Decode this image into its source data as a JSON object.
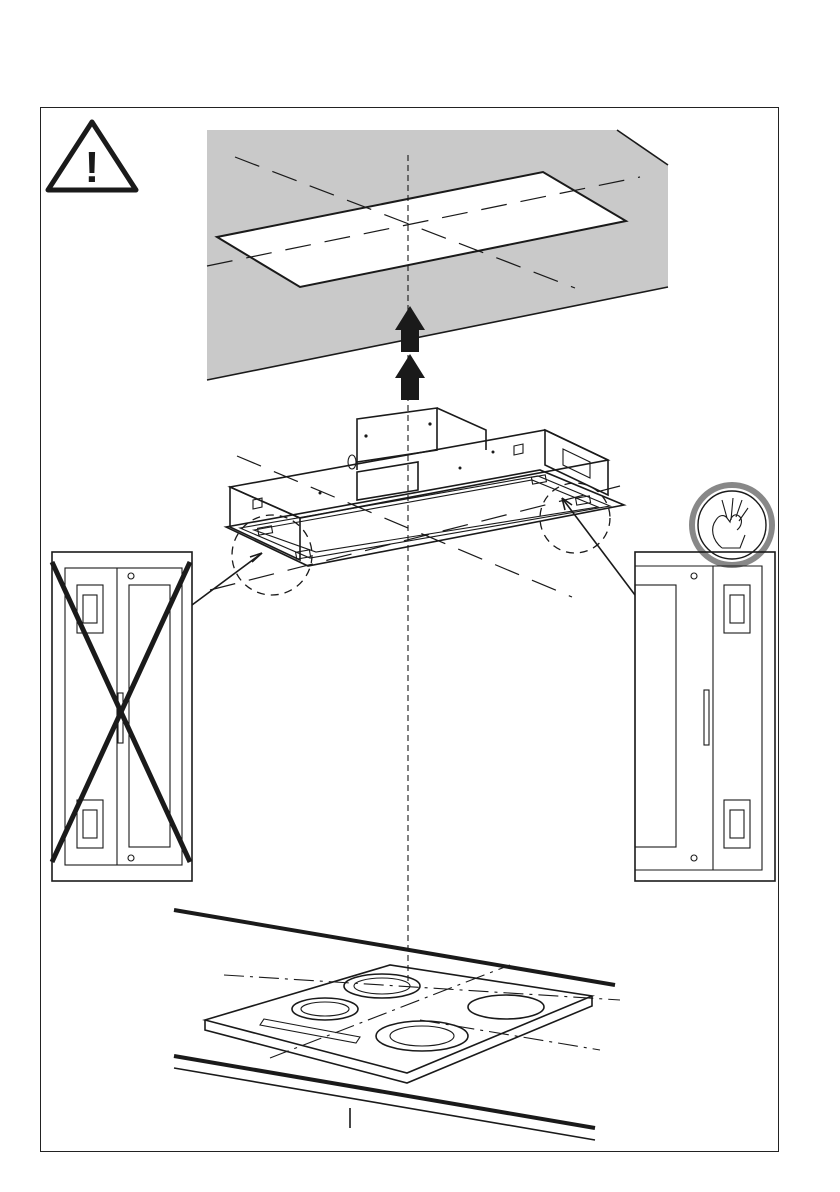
{
  "diagram": {
    "kind": "installation-instruction",
    "colors": {
      "ink": "#1a1a1a",
      "ceiling": "#c9c9c9",
      "paper": "#ffffff",
      "hood_shade": "#dcdcdc"
    },
    "icons": {
      "warning": "warning-triangle-icon",
      "correct": "ok-hand-icon",
      "incorrect": "cross-out-mark"
    },
    "panels": [
      {
        "side": "left",
        "status": "incorrect"
      },
      {
        "side": "right",
        "status": "correct"
      }
    ],
    "warning_symbol": "!"
  }
}
